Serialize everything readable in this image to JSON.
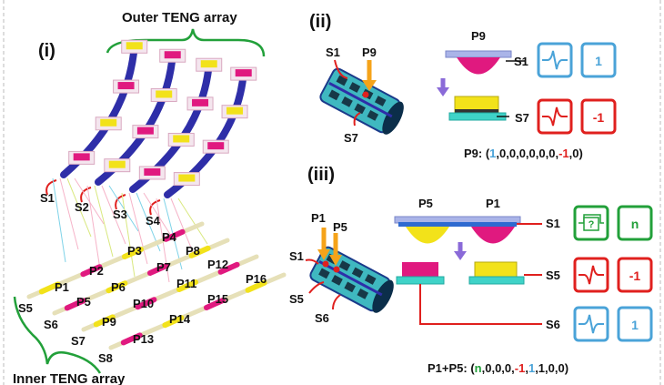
{
  "panels": {
    "i": "(i)",
    "ii": "(ii)",
    "iii": "(iii)"
  },
  "titles": {
    "outer": "Outer TENG array",
    "inner": "Inner TENG array"
  },
  "outer_labels": [
    "S1",
    "S2",
    "S3",
    "S4"
  ],
  "inner_labels": [
    "S5",
    "S6",
    "S7",
    "S8"
  ],
  "pads": [
    "P1",
    "P2",
    "P3",
    "P4",
    "P5",
    "P6",
    "P7",
    "P8",
    "P9",
    "P10",
    "P11",
    "P12",
    "P13",
    "P14",
    "P15",
    "P16"
  ],
  "panel_ii": {
    "tube_s1": "S1",
    "tube_p9": "P9",
    "tube_s7": "S7",
    "device_p9": "P9",
    "s1": "S1",
    "s7": "S7",
    "out_s1": "1",
    "out_s7": "-1",
    "code_prefix": "P9: (",
    "code_v1": "1",
    "code_mid": ",0,0,0,0,0,0,",
    "code_v2": "-1",
    "code_end": ",0)"
  },
  "panel_iii": {
    "tube_p1": "P1",
    "tube_p5": "P5",
    "tube_s1": "S1",
    "tube_s5": "S5",
    "tube_s6": "S6",
    "device_p5": "P5",
    "device_p1": "P1",
    "s1": "S1",
    "s5": "S5",
    "s6": "S6",
    "unknown": "?",
    "out_s1": "n",
    "out_s5": "-1",
    "out_s6": "1",
    "code_prefix": "P1+P5: (",
    "code_n": "n",
    "code_mid1": ",0,0,0,",
    "code_neg": "-1",
    "code_c1": ",",
    "code_one": "1",
    "code_end": ",1,0,0)"
  },
  "colors": {
    "green": "#22a03a",
    "red": "#e0201e",
    "blue": "#4aa3d8",
    "magenta": "#e0197f",
    "yellow": "#f2e21a",
    "cyan": "#3fd3c8",
    "purple": "#8a6ad8",
    "orange": "#f5a31a",
    "navy": "#2e2ea8"
  }
}
